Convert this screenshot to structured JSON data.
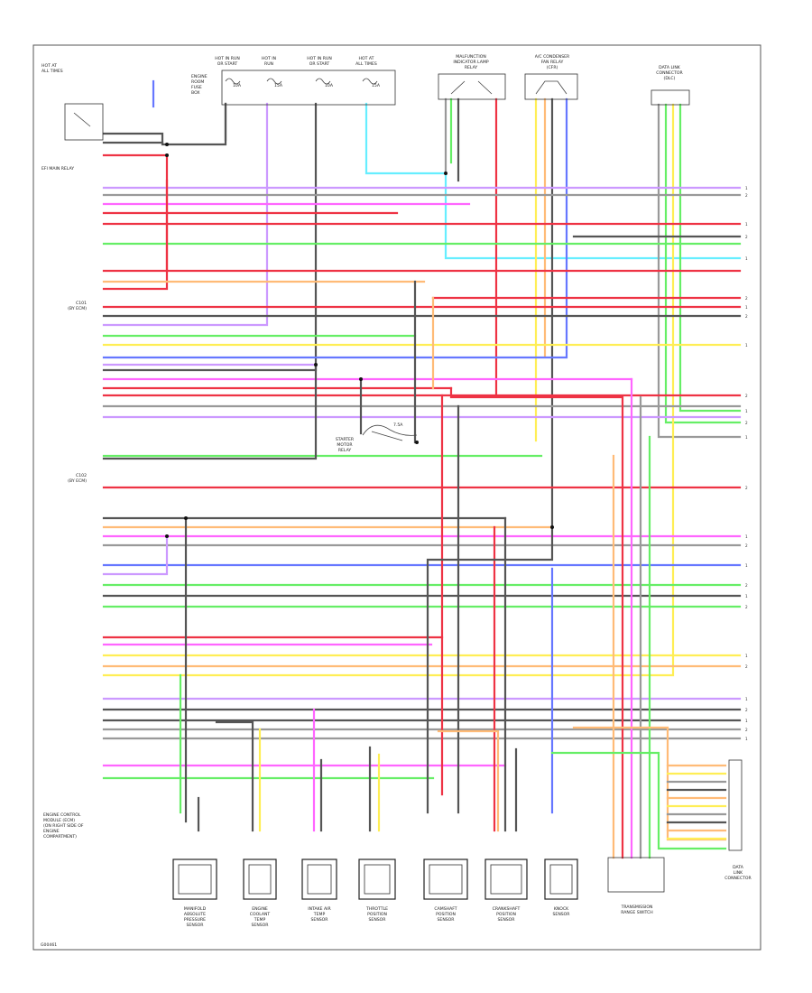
{
  "diagram": {
    "ecm_label": [
      "ENGINE CONTROL",
      "MODULE (ECM)",
      "(ON RIGHT SIDE OF",
      "ENGINE",
      "COMPARTMENT)"
    ],
    "connector_top": [
      "C101",
      "(BY ECM)"
    ],
    "connector_bottom": [
      "C102",
      "(BY ECM)"
    ],
    "top_left_relay": [
      "HOT AT",
      "ALL TIMES",
      "EFI MAIN RELAY"
    ],
    "top_fuses": [
      {
        "label": [
          "HOT IN RUN",
          "OR START"
        ],
        "fuse": "10A"
      },
      {
        "label": [
          "HOT IN",
          "RUN"
        ],
        "fuse": "15A"
      },
      {
        "label": [
          "HOT IN RUN",
          "OR START"
        ],
        "fuse": "10A"
      },
      {
        "label": [
          "HOT AT",
          "ALL TIMES"
        ],
        "fuse": "15A"
      }
    ],
    "fuse_box_label": [
      "ENGINE",
      "ROOM",
      "FUSE",
      "BOX"
    ],
    "relay_modules": [
      {
        "label": [
          "MALFUNCTION",
          "INDICATOR LAMP",
          "RELAY"
        ]
      },
      {
        "label": [
          "A/C CONDENSER",
          "FAN RELAY",
          "(CFR)"
        ]
      },
      {
        "label": [
          "DATA LINK",
          "CONNECTOR",
          "(DLC)"
        ]
      }
    ],
    "center_component": [
      "STARTER",
      "MOTOR",
      "RELAY"
    ],
    "center_fuse": "7.5A",
    "right_connector": [
      "DATA",
      "LINK",
      "CONNECTOR"
    ],
    "bottom_components": [
      {
        "name": "map-sensor",
        "label": [
          "MANIFOLD",
          "ABSOLUTE",
          "PRESSURE",
          "SENSOR"
        ]
      },
      {
        "name": "ect-sensor",
        "label": [
          "ENGINE",
          "COOLANT",
          "TEMP",
          "SENSOR"
        ]
      },
      {
        "name": "iat-sensor",
        "label": [
          "INTAKE AIR",
          "TEMP",
          "SENSOR"
        ]
      },
      {
        "name": "tp-sensor",
        "label": [
          "THROTTLE",
          "POSITION",
          "SENSOR"
        ]
      },
      {
        "name": "cmp-sensor",
        "label": [
          "CAMSHAFT",
          "POSITION",
          "SENSOR"
        ]
      },
      {
        "name": "ckp-sensor",
        "label": [
          "CRANKSHAFT",
          "POSITION",
          "SENSOR"
        ]
      },
      {
        "name": "knock-sensor",
        "label": [
          "KNOCK",
          "SENSOR"
        ]
      }
    ],
    "bottom_right_label": [
      "TRANSMISSION",
      "RANGE SWITCH"
    ],
    "footer_code": "G00461",
    "colors": {
      "pink": "#ff66ff",
      "red": "#ee3344",
      "green": "#66ee66",
      "blue": "#6677ff",
      "cyan": "#66eeff",
      "yellow": "#ffee55",
      "orange": "#ffbb77",
      "gray": "#999999",
      "dark": "#555555",
      "violet": "#cc99ff"
    }
  }
}
